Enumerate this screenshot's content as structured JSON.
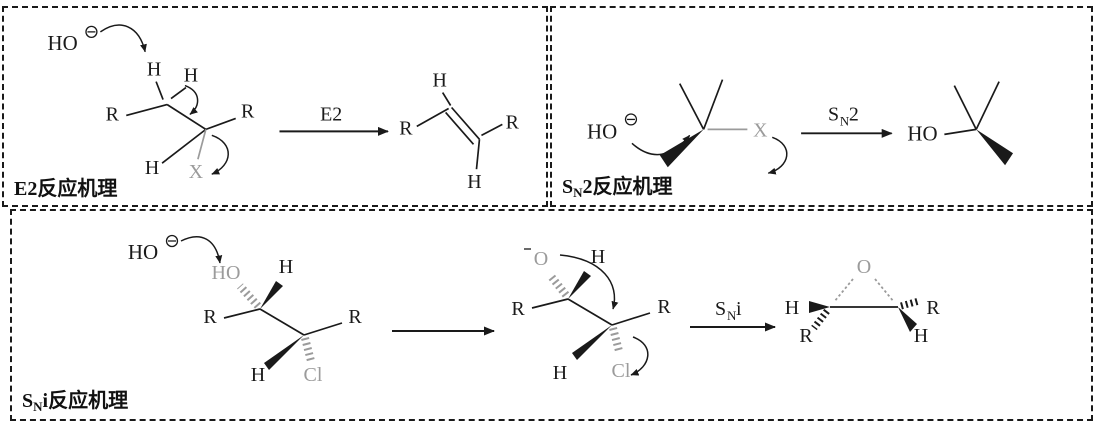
{
  "figure": {
    "background": "#ffffff",
    "ink_color": "#1a1a1a",
    "muted_color": "#9b9b9b",
    "kind": "organic reaction mechanism comparison (E2, SN2, SNi)"
  },
  "atoms": {
    "H": "H",
    "R": "R",
    "X": "X",
    "Cl": "Cl",
    "O": "O",
    "HO": "HO"
  },
  "charges": {
    "circled_minus": "⊖",
    "minus": "−"
  },
  "panels": {
    "e2": {
      "title_bold": "E2",
      "title_rest": "反应机理",
      "arrow_label": "E2"
    },
    "sn2": {
      "title_s": "S",
      "title_sub": "N",
      "title_rest": "2反应机理",
      "arrow_s": "S",
      "arrow_sub": "N",
      "arrow_rest": "2"
    },
    "sni": {
      "title_s": "S",
      "title_sub": "N",
      "title_rest": "i反应机理",
      "arrow_s": "S",
      "arrow_sub": "N",
      "arrow_rest": "i"
    }
  }
}
